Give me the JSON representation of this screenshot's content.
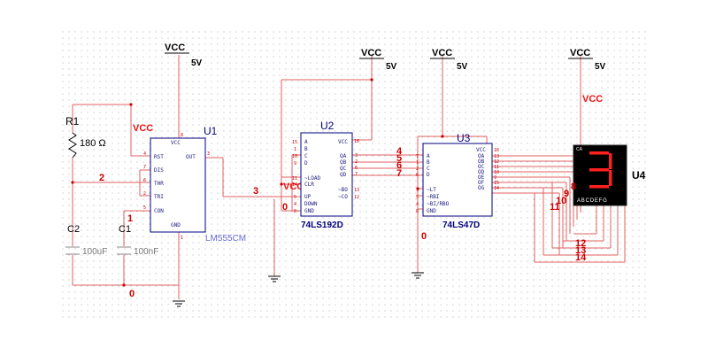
{
  "supply": {
    "vcc": "VCC",
    "voltage": "5V"
  },
  "resistor": {
    "ref": "R1",
    "value": "180 Ω"
  },
  "capacitors": [
    {
      "ref": "C2",
      "value": "100uF"
    },
    {
      "ref": "C1",
      "value": "100nF"
    }
  ],
  "u1": {
    "ref": "U1",
    "part": "LM555CM",
    "pins": [
      "VCC",
      "RST",
      "OUT",
      "DIS",
      "THR",
      "TRI",
      "CON",
      "GND"
    ],
    "pin_numbers": [
      "8",
      "4",
      "3",
      "7",
      "6",
      "2",
      "5",
      "1"
    ]
  },
  "u2": {
    "ref": "U2",
    "part": "74LS192D",
    "pins_left": [
      "A",
      "B",
      "C",
      "D",
      "~LOAD",
      "CLR",
      "UP",
      "DOWN",
      "GND"
    ],
    "pins_right": [
      "VCC",
      "QA",
      "QB",
      "QC",
      "QD",
      "~BO",
      "~CO"
    ],
    "pin_numbers_left": [
      "15",
      "1",
      "10",
      "9",
      "11",
      "14",
      "5",
      "4",
      "8"
    ],
    "pin_numbers_right": [
      "16",
      "3",
      "2",
      "6",
      "7",
      "13",
      "12"
    ]
  },
  "u3": {
    "ref": "U3",
    "part": "74LS47D",
    "pins_left": [
      "A",
      "B",
      "C",
      "D",
      "~LT",
      "~RBI",
      "~BI/RBO",
      "GND"
    ],
    "pins_right": [
      "VCC",
      "OA",
      "OB",
      "OC",
      "OD",
      "OE",
      "OF",
      "OG"
    ],
    "pin_numbers_left": [
      "7",
      "1",
      "2",
      "6",
      "3",
      "5",
      "4",
      "8"
    ],
    "pin_numbers_right": [
      "16",
      "13",
      "12",
      "11",
      "10",
      "9",
      "15",
      "14"
    ]
  },
  "u4": {
    "ref": "U4",
    "digit": "3",
    "corner_label": "CA",
    "segments_label": "ABCDEFG"
  },
  "nets": {
    "n0a": "0",
    "n0b": "0",
    "n0c": "0",
    "n1": "1",
    "n2": "2",
    "n3": "3",
    "n4": "4",
    "n5": "5",
    "n6": "6",
    "n7": "7",
    "n8": "8",
    "n9": "9",
    "n10": "10",
    "n11": "11",
    "n12": "12",
    "n13": "13",
    "n14": "14"
  },
  "colors": {
    "wire": "#e06060",
    "component": "#000080",
    "net_label": "#cc0000",
    "segment_on": "#ff2020",
    "display_bg": "#000000"
  }
}
